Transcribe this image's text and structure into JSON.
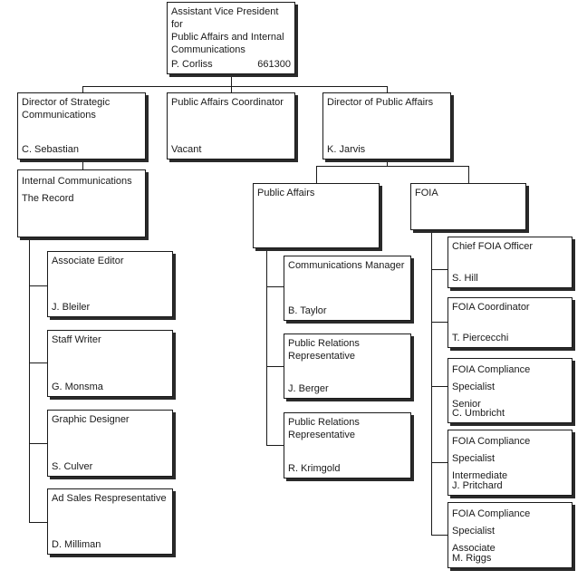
{
  "org_chart": {
    "avp": {
      "title_lines": [
        "Assistant Vice President for",
        "Public Affairs and Internal",
        "Communications"
      ],
      "name": "P. Corliss",
      "code": "661300"
    },
    "director_strategic": {
      "title_lines": [
        "Director of Strategic",
        "Communications"
      ],
      "name": "C. Sebastian"
    },
    "pa_coordinator": {
      "title_lines": [
        "Public Affairs Coordinator"
      ],
      "name": "Vacant"
    },
    "director_public_affairs": {
      "title_lines": [
        "Director of Public Affairs"
      ],
      "name": "K. Jarvis"
    },
    "internal_communications": {
      "title_lines": [
        "Internal Communications",
        "The Record"
      ]
    },
    "associate_editor": {
      "title_lines": [
        "Associate Editor"
      ],
      "name": "J. Bleiler"
    },
    "staff_writer": {
      "title_lines": [
        "Staff Writer"
      ],
      "name": "G. Monsma"
    },
    "graphic_designer": {
      "title_lines": [
        "Graphic Designer"
      ],
      "name": "S. Culver"
    },
    "ad_sales": {
      "title_lines": [
        "Ad Sales Respresentative"
      ],
      "name": "D. Milliman"
    },
    "public_affairs": {
      "title_lines": [
        "Public Affairs"
      ]
    },
    "comm_manager": {
      "title_lines": [
        "Communications Manager"
      ],
      "name": "B. Taylor"
    },
    "pr_rep_1": {
      "title_lines": [
        "Public Relations",
        "Representative"
      ],
      "name": "J. Berger"
    },
    "pr_rep_2": {
      "title_lines": [
        "Public Relations",
        "Representative"
      ],
      "name": "R. Krimgold"
    },
    "foia": {
      "title_lines": [
        "FOIA"
      ]
    },
    "chief_foia": {
      "title_lines": [
        "Chief FOIA Officer"
      ],
      "name": "S. Hill"
    },
    "foia_coordinator": {
      "title_lines": [
        "FOIA Coordinator"
      ],
      "name": "T. Piercecchi"
    },
    "foia_senior": {
      "title_lines": [
        "FOIA Compliance Specialist",
        "Senior"
      ],
      "name": "C. Umbricht"
    },
    "foia_intermediate": {
      "title_lines": [
        "FOIA Compliance Specialist",
        "Intermediate"
      ],
      "name": "J. Pritchard"
    },
    "foia_associate": {
      "title_lines": [
        "FOIA Compliance Specialist",
        "Associate"
      ],
      "name": "M. Riggs"
    }
  }
}
